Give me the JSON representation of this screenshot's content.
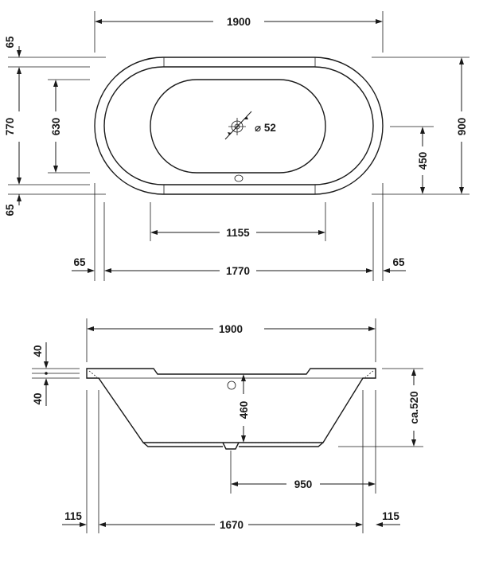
{
  "top_view": {
    "overall_length": "1900",
    "overall_width": "900",
    "rim_width_top": "65",
    "rim_width_bottom": "65",
    "inner_width": "770",
    "basin_width": "630",
    "drain_diameter": "52",
    "drain_diameter_symbol": "⌀",
    "drain_offset": "450",
    "basin_length": "1155",
    "inner_length": "1770",
    "rim_left": "65",
    "rim_right": "65"
  },
  "side_view": {
    "overall_length": "1900",
    "rim_height_top": "40",
    "rim_height_bottom": "40",
    "depth": "460",
    "total_height": "ca.520",
    "drain_to_end": "950",
    "base_length": "1670",
    "offset_left": "115",
    "offset_right": "115"
  }
}
